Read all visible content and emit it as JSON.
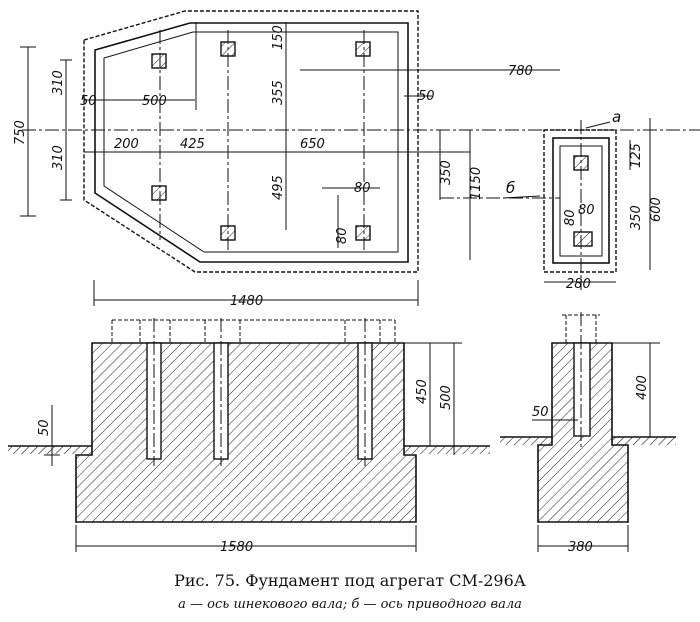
{
  "caption": {
    "title": "Рис. 75. Фундамент под агрегат СМ-296А",
    "subtitle": "а — ось шнекового вала; б — ось приводного вала"
  },
  "axis_labels": {
    "screw_shaft": "а",
    "drive_shaft": "б"
  },
  "plan_dimensions": {
    "d310_top": "310",
    "d50_left": "50",
    "d500": "500",
    "d150": "150",
    "d355": "355",
    "d780": "780",
    "d50_right": "50",
    "d750": "750",
    "d310_bottom": "310",
    "d200": "200",
    "d425": "425",
    "d650": "650",
    "d495": "495",
    "d80_h": "80",
    "d80_v": "80",
    "d350": "350",
    "d1150": "1150",
    "d1480": "1480"
  },
  "side_plan_dimensions": {
    "d125": "125",
    "d350": "350",
    "d600": "600",
    "d80a": "80",
    "d80b": "80",
    "d280": "280"
  },
  "section_dimensions": {
    "d50": "50",
    "d450": "450",
    "d500": "500",
    "d1580": "1580"
  },
  "side_section_dimensions": {
    "d50": "50",
    "d400": "400",
    "d380": "380"
  }
}
